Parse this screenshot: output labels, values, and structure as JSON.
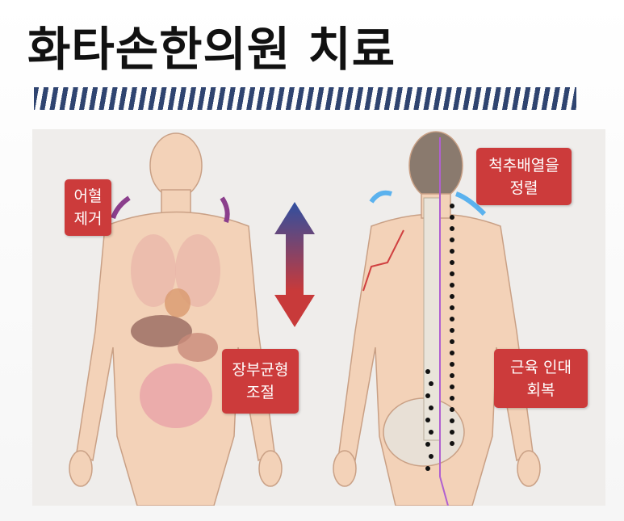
{
  "title": "화타손한의원 치료",
  "labels": {
    "blood_stasis": [
      "어혈",
      "제거"
    ],
    "organ_balance": [
      "장부균형",
      "조절"
    ],
    "spine_alignment": [
      "척추배열을",
      "정렬"
    ],
    "muscle_ligament": [
      "근육 인대",
      "회복"
    ]
  },
  "colors": {
    "label_bg": "#cc3b3b",
    "stripe": "#2f4470",
    "arrow_top": "#2f4fa0",
    "arrow_bottom": "#c83a3a"
  }
}
